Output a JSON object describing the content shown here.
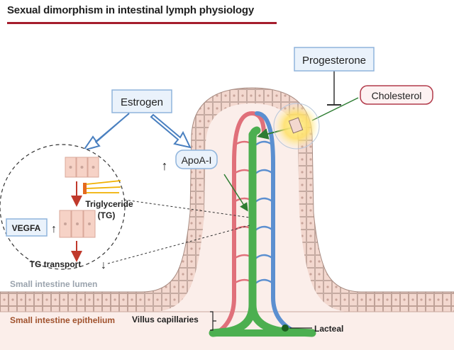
{
  "title": "Sexual dimorphism in intestinal lymph physiology",
  "labels": {
    "estrogen": "Estrogen",
    "progesterone": "Progesterone",
    "cholesterol": "Cholesterol",
    "apoa1": "ApoA-I",
    "vegfa": "VEGFA",
    "triglyceride_line1": "Triglyceride",
    "triglyceride_line2": "(TG)",
    "tg_transport": "TG transport",
    "small_intestine_lumen": "Small intestine lumen",
    "small_intestine_epithelium": "Small intestine epithelium",
    "villus_capillaries": "Villus capillaries",
    "lacteal": "Lacteal",
    "up_arrow": "↑",
    "down_arrow": "↓"
  },
  "colors": {
    "title_rule": "#a51d2d",
    "box_fill": "#eaf2fb",
    "box_stroke": "#8fb4dc",
    "cholesterol_stroke": "#b23a4a",
    "lacteal_green": "#4caf50",
    "vessel_red": "#e0707a",
    "vessel_blue": "#5b8fd0",
    "cell_fill": "#f6d2c6",
    "lumen_label": "#9aa3ad",
    "epithelium_label": "#a0522d"
  }
}
